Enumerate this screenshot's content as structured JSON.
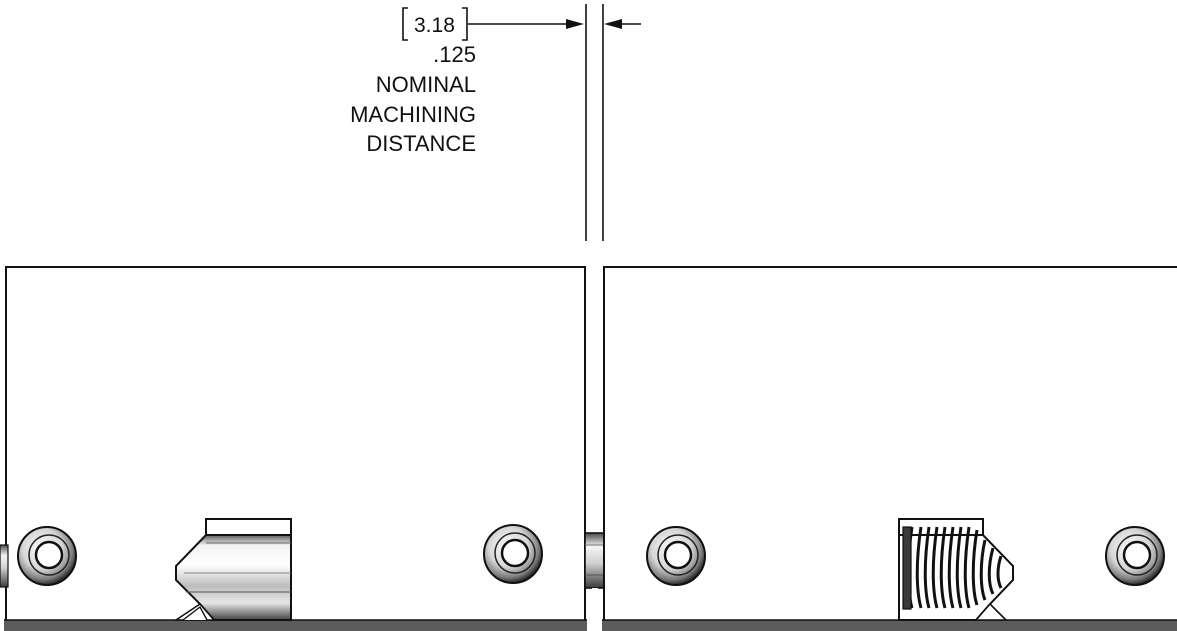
{
  "dimension": {
    "metric_value": "3.18",
    "imperial_value": ".125",
    "note_lines": [
      "NOMINAL",
      "MACHINING",
      "DISTANCE"
    ]
  },
  "colors": {
    "line": "#111111",
    "background": "#ffffff",
    "metal_light": "#f4f4f4",
    "metal_dark": "#3a3a3a"
  }
}
